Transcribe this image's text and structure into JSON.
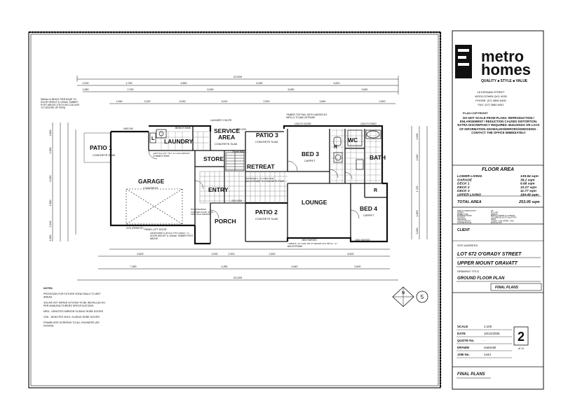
{
  "brand": {
    "name_top": "metro",
    "name_bottom": "homes",
    "tagline": "QUALITY ■ STYLE ■ VALUE"
  },
  "office": {
    "address": "18 KERAWA STREET",
    "line2": "WOOLOOWIN QLD 4030",
    "phone": "PHONE: (07) 3860 8450",
    "fax": "FAX: (07) 3860 8401"
  },
  "notices": {
    "plan_copyright": "PLAN COPYRIGHT",
    "warning": "DO NOT SCALE FROM PLANS. REPRODUCTION / ENLARGEMENT / REDUCTION CAUSES DISTORTION. EXTRA DISCREPANCY REQUIRED. BUILDINGS OR LACK OF INFORMATION ANOMALIES/ERRORS/OMISSIONS - CONTACT THE OFFICE IMMEDIATELY"
  },
  "floor_area": {
    "title": "FLOOR AREA",
    "rows": [
      {
        "label": "LOWER LIVING",
        "value": "139.94 sqm"
      },
      {
        "label": "GARAGE",
        "value": "39.2 sqm"
      },
      {
        "label": "DECK 1",
        "value": "6.68 sqm"
      },
      {
        "label": "DECK 2",
        "value": "10.27 sqm"
      },
      {
        "label": "DECK 3",
        "value": "11.77 sqm"
      },
      {
        "label": "UPPER LIVING",
        "value": "184.49 sqm"
      }
    ],
    "total_label": "TOTAL AREA",
    "total_value": "253.05 sqm"
  },
  "spec": [
    {
      "label": "WIND CLASSIFICATION",
      "value": "N3"
    },
    {
      "label": "SERIES",
      "value": "ECO SPF"
    },
    {
      "label": "MODEL TYPE",
      "value": "JAVALIN"
    },
    {
      "label": "EXTERIOR FINISH",
      "value": "BRICK & HARDIE & CLADDING"
    },
    {
      "label": "ROOFING",
      "value": "COLORBOND @ 22.5 deg PITCH"
    },
    {
      "label": "DRAINAGE",
      "value": "RIGHT"
    },
    {
      "label": "CEILING HEIGHT",
      "value": "LOWER - 2440   UPPER - 2440"
    },
    {
      "label": "CONCRETE SLAB",
      "value": "WAFFLE POD"
    }
  ],
  "client": {
    "label": "CLIENT",
    "value": ""
  },
  "site": {
    "label": "SITE ADDRESS",
    "line1": "LOT 672 O'GRADY STREET",
    "line2": "UPPER MOUNT GRAVATT"
  },
  "drawing": {
    "label": "DRAWING TITLE",
    "value": "GROUND FLOOR PLAN"
  },
  "status": "FINAL PLANS",
  "meta": [
    {
      "label": "SCALE",
      "value": "1:100"
    },
    {
      "label": "DATE",
      "value": "10/12/2005"
    },
    {
      "label": "QUOTE No.",
      "value": "-"
    },
    {
      "label": "DRAWN",
      "value": "realmdel"
    },
    {
      "label": "JOB No.",
      "value": "1444"
    }
  ],
  "sheet": {
    "number": "2",
    "of": "of 11"
  },
  "footer_status": "FINAL PLANS",
  "plan": {
    "rooms": {
      "patio1": "PATIO 1",
      "patio1_sub": "CONCRETE SLAB",
      "laundry": "LAUNDRY",
      "service": "SERVICE",
      "service2": "AREA",
      "service_sub": "CONCRETE SLAB",
      "patio3": "PATIO 3",
      "patio3_sub": "CONCRETE SLAB",
      "bed3": "BED 3",
      "bed3_sub": "CARPET",
      "wc": "WC",
      "bath": "BATH",
      "garage": "GARAGE",
      "garage_sub": "CONCRETE",
      "store": "STORE",
      "retreat": "RETREAT",
      "entry": "ENTRY",
      "lounge": "LOUNGE",
      "bed4": "BED 4",
      "bed4_sub": "CARPET",
      "patio2": "PATIO 2",
      "patio2_sub": "CONCRETE SLAB",
      "porch": "PORCH",
      "r": "R",
      "l": "L"
    },
    "dims": {
      "overall_top": "22,600",
      "overall_bottom": "22,000",
      "top_row": [
        "2,000",
        "2,750",
        "5,850",
        "6,450",
        "5,810"
      ],
      "top_row2": [
        "1,650",
        "2,750",
        "6,450",
        "6,060",
        "3,840"
      ],
      "top_row3": [
        "2,450",
        "3,220",
        "3,030",
        "3,010",
        "2,520",
        "3,840",
        "2,600"
      ],
      "bottom_row": [
        "6,600",
        "3,000",
        "2,900",
        "2,600",
        "6,600"
      ],
      "bottom_row2": [
        "7,360",
        "4,350",
        "4,640",
        "5,600"
      ],
      "left_dims": [
        "2,800",
        "1,900",
        "6,050",
        "1,800",
        "3,100",
        "1,800"
      ],
      "right_dims": [
        "3,000",
        "2,000",
        "4,720",
        "1,800",
        "3,000"
      ]
    },
    "window_labels": [
      "0615 SW",
      "1224 F0 FIXED",
      "2121 0GD",
      "1804 SW/ODD",
      "1804 SW/ODD",
      "2121 0GD",
      "2191 (REMOTE)",
      "1224 FO DOOR"
    ],
    "annotations": {
      "a1": "550mm to BRICK PIER BASE TO DOOR HEIGHT & 100mm TIMBER POST ABOVE (TECH DIS COLOUR TO CENTRE OF PIER)",
      "a2": "LAUNDRY CHUTE",
      "a3": "TIMBER TOP RAIL WITH HARDIFLEX INFILLS TO BALUSTRADE",
      "a4": "CAPPED OFF HOT & COLD WATER CONNECTIONS",
      "a5": "75mm WALL",
      "a6": "HANDRAILS TO STAIR AND BALUSTRADE TO CONCRETE STAIR",
      "a7": "PANEL LIFT DOOR",
      "a8": "450x900mm & BRICK PIER BASE TO DOOR HEIGHT & 100mm TIMBER POST ABOVE",
      "a9": "TIMBER TOP RAIL WITH HARDIFLEX INFILL TO BALUSTRADE",
      "a10": "DISAPPEARING CORNER IN DIN. WITH 1500 HIGH WINDOW",
      "a11": "BENCH SINK"
    }
  },
  "notes": [
    "NOTES:",
    "PROVISION FOR FUTURE SOND RAILS TO WET AREAS",
    "SOLAR HOT WATER SYSTEM TO BE INSTALLED AS PER MANUFACTURERS SPECIFICATIONS",
    "MRD - DENOTES MIRROR SLIDING ROBE DOORS",
    "VSD - DENOTES VINYL SLIDING ROBE DOORS",
    "FRAMELESS SCREENS TO ALL SHOWERS (SS DOORS)"
  ],
  "orientation": {
    "number": "5",
    "north": "N"
  }
}
